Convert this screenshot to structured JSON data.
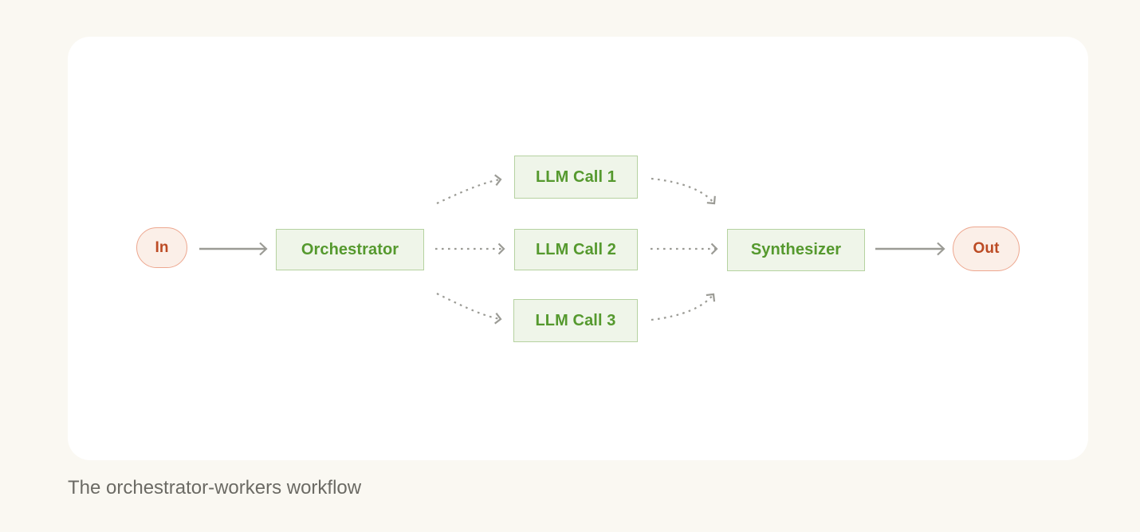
{
  "caption": "The orchestrator-workers workflow",
  "colors": {
    "page_background": "#FAF8F2",
    "card_background": "#FFFFFF",
    "process_fill": "#EFF5E9",
    "process_border": "#B5D2A0",
    "process_text": "#55992E",
    "terminal_fill": "#FBEFE8",
    "terminal_border": "#EDA78F",
    "terminal_text": "#BC4B24",
    "arrow": "#9B9B95",
    "caption_text": "#6B6A64"
  },
  "diagram": {
    "nodes": [
      {
        "id": "in",
        "label": "In",
        "type": "terminal"
      },
      {
        "id": "orchestrator",
        "label": "Orchestrator",
        "type": "process"
      },
      {
        "id": "llm-call-1",
        "label": "LLM Call 1",
        "type": "process"
      },
      {
        "id": "llm-call-2",
        "label": "LLM Call 2",
        "type": "process"
      },
      {
        "id": "llm-call-3",
        "label": "LLM Call 3",
        "type": "process"
      },
      {
        "id": "synthesizer",
        "label": "Synthesizer",
        "type": "process"
      },
      {
        "id": "out",
        "label": "Out",
        "type": "terminal"
      }
    ],
    "edges": [
      {
        "from": "in",
        "to": "orchestrator",
        "style": "solid"
      },
      {
        "from": "orchestrator",
        "to": "llm-call-1",
        "style": "dashed"
      },
      {
        "from": "orchestrator",
        "to": "llm-call-2",
        "style": "dashed"
      },
      {
        "from": "orchestrator",
        "to": "llm-call-3",
        "style": "dashed"
      },
      {
        "from": "llm-call-1",
        "to": "synthesizer",
        "style": "dashed"
      },
      {
        "from": "llm-call-2",
        "to": "synthesizer",
        "style": "dashed"
      },
      {
        "from": "llm-call-3",
        "to": "synthesizer",
        "style": "dashed"
      },
      {
        "from": "synthesizer",
        "to": "out",
        "style": "solid"
      }
    ]
  }
}
